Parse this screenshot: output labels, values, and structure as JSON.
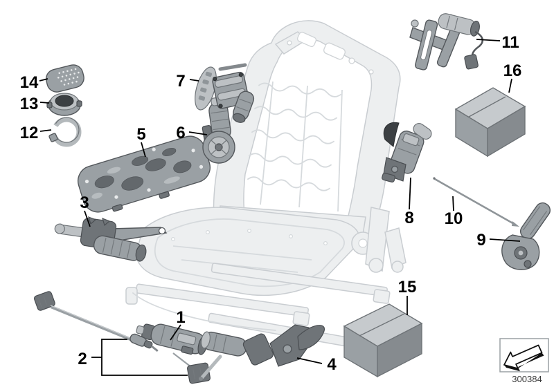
{
  "diagram": {
    "type": "parts-exploded-diagram",
    "subject": "vehicle front seat frame with motors and drives",
    "callouts": [
      {
        "number": "1"
      },
      {
        "number": "2"
      },
      {
        "number": "3"
      },
      {
        "number": "4"
      },
      {
        "number": "5"
      },
      {
        "number": "6"
      },
      {
        "number": "7"
      },
      {
        "number": "8"
      },
      {
        "number": "9"
      },
      {
        "number": "10"
      },
      {
        "number": "11"
      },
      {
        "number": "12"
      },
      {
        "number": "13"
      },
      {
        "number": "14"
      },
      {
        "number": "15"
      },
      {
        "number": "16"
      }
    ],
    "footer": {
      "code": "300384",
      "direction_icon": "front-of-vehicle-arrow"
    },
    "colors": {
      "background": "#ffffff",
      "watermark_gray": "#edeff0",
      "part_gray": "#9aa0a4",
      "label_black": "#000000"
    }
  }
}
